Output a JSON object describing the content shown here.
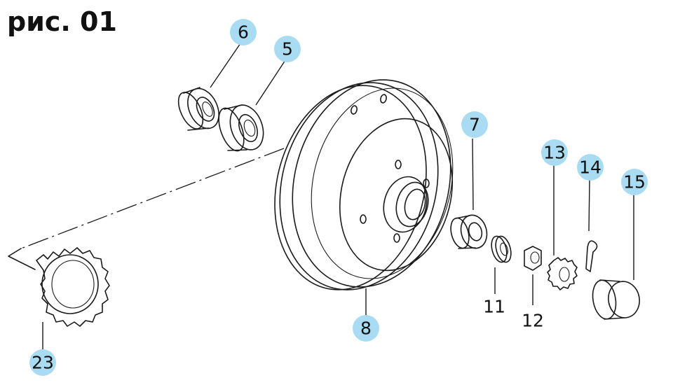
{
  "title": "рис. 01",
  "callouts": [
    {
      "id": "6",
      "text": "6",
      "highlighted": true
    },
    {
      "id": "5",
      "text": "5",
      "highlighted": true
    },
    {
      "id": "7",
      "text": "7",
      "highlighted": true
    },
    {
      "id": "13",
      "text": "13",
      "highlighted": true
    },
    {
      "id": "14",
      "text": "14",
      "highlighted": true
    },
    {
      "id": "15",
      "text": "15",
      "highlighted": true
    },
    {
      "id": "8",
      "text": "8",
      "highlighted": true
    },
    {
      "id": "23",
      "text": "23",
      "highlighted": true
    },
    {
      "id": "11",
      "text": "11",
      "highlighted": false
    },
    {
      "id": "12",
      "text": "12",
      "highlighted": false
    }
  ],
  "colors": {
    "badge": "#a9dcf2",
    "ink": "#1a1a1a",
    "background": "#ffffff"
  }
}
